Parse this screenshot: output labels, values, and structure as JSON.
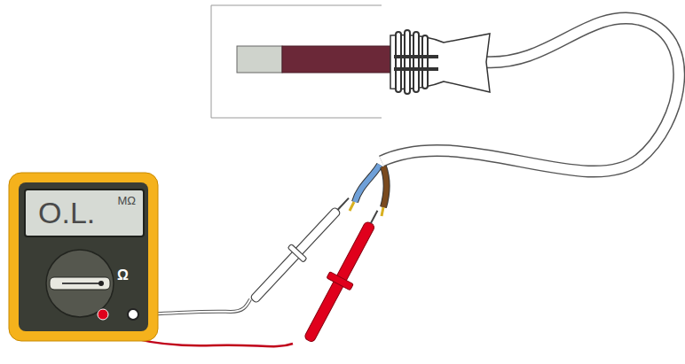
{
  "diagram": {
    "nodes": [
      {
        "text": [
          "O.L.",
          "MΩ"
        ]
      }
    ],
    "labels": [
      "Ω"
    ]
  }
}
